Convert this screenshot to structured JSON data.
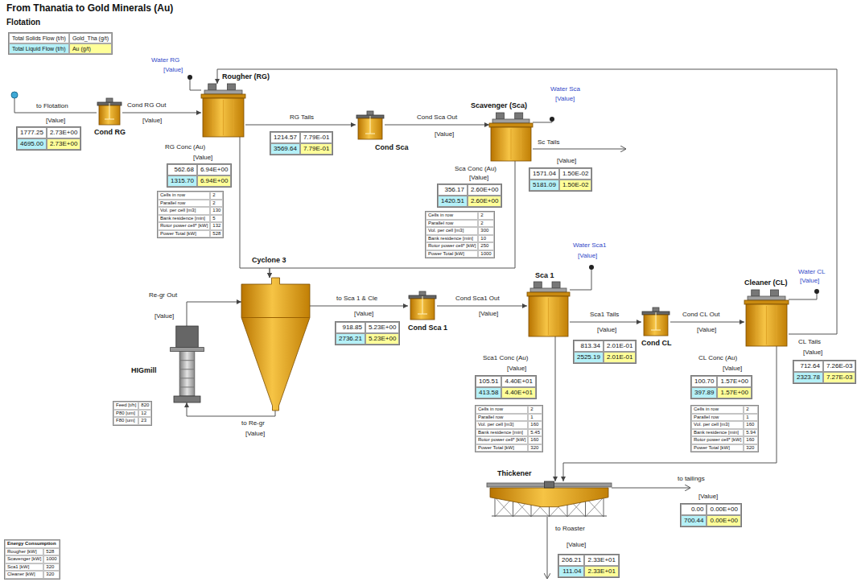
{
  "diagram": {
    "title": "From Thanatia to Gold Minerals (Au)",
    "nodes": [
      {
        "text": [
          "Cond RG"
        ]
      },
      {
        "text": [
          "1777.25",
          "2.73E+00",
          "4695.00",
          "2.73E+00"
        ]
      },
      {
        "text": [
          "Rougher (RG)"
        ]
      },
      {
        "text": [
          "562.68",
          "6.94E+00",
          "1315.70",
          "6.94E+00"
        ]
      },
      {
        "text": [
          "Cells in row",
          "2",
          "Parallel row",
          "2",
          "Vol. per cell [m3]",
          "130",
          "Bank residence [min]",
          "5",
          "Rotor power cell* [kW]",
          "132",
          "Power Total [kW]",
          "528"
        ]
      },
      {
        "text": [
          "Cond Sca"
        ]
      },
      {
        "text": [
          "1214.57",
          "7.79E-01",
          "3569.64",
          "7.79E-01"
        ]
      },
      {
        "text": [
          "Scavenger (Sca)"
        ]
      },
      {
        "text": [
          "1571.04",
          "1.50E-02",
          "5181.09",
          "1.50E-02"
        ]
      },
      {
        "text": [
          "356.17",
          "2.60E+00",
          "1420.51",
          "2.60E+00"
        ]
      },
      {
        "text": [
          "Cells in row",
          "2",
          "Parallel row",
          "2",
          "Vol. per cell [m3]",
          "300",
          "Bank residence [min]",
          "10",
          "Rotor power cell* [kW]",
          "250",
          "Power Total [kW]",
          "1000"
        ]
      },
      {
        "text": [
          "Cyclone 3"
        ]
      },
      {
        "text": [
          "HIGmill"
        ]
      },
      {
        "text": [
          "Feed [t/h]",
          "820",
          "P80 [um]",
          "12",
          "F80 [um]",
          "23"
        ]
      },
      {
        "text": [
          "Cond Sca 1"
        ]
      },
      {
        "text": [
          "918.85",
          "5.23E+00",
          "2736.21",
          "5.23E+00"
        ]
      },
      {
        "text": [
          "Sca 1"
        ]
      },
      {
        "text": [
          "105.51",
          "4.40E+01",
          "413.58",
          "4.40E+01"
        ]
      },
      {
        "text": [
          "Cells in row",
          "2",
          "Parallel row",
          "1",
          "Vol. per cell [m3]",
          "160",
          "Bank residence [min]",
          "5.45",
          "Rotor power cell* [kW]",
          "160",
          "Power Total [kW]",
          "320"
        ]
      },
      {
        "text": [
          "Cond CL"
        ]
      },
      {
        "text": [
          "813.34",
          "2.01E-01",
          "2525.19",
          "2.01E-01"
        ]
      },
      {
        "text": [
          "Cleaner (CL)"
        ]
      },
      {
        "text": [
          "712.64",
          "7.26E-03",
          "2323.78",
          "7.27E-03"
        ]
      },
      {
        "text": [
          "100.70",
          "1.57E+00",
          "397.89",
          "1.57E+00"
        ]
      },
      {
        "text": [
          "Cells in row",
          "2",
          "Parallel row",
          "1",
          "Vol. per cell [m3]",
          "160",
          "Bank residence [min]",
          "5.94",
          "Rotor power cell* [kW]",
          "160",
          "Power Total [kW]",
          "320"
        ]
      },
      {
        "text": [
          "Thickener"
        ]
      },
      {
        "text": [
          "0.00",
          "0.00E+00",
          "700.44",
          "0.00E+00"
        ]
      },
      {
        "text": [
          "206.21",
          "2.33E+01",
          "111.04",
          "2.33E+01"
        ]
      },
      {
        "text": [
          "Energy Consumption",
          "Rougher [kW]",
          "528",
          "Scavenger [kW]",
          "1000",
          "Sca1 [kW]",
          "320",
          "Cleaner [kW]",
          "320"
        ]
      }
    ],
    "edges": [
      {
        "from": 0,
        "to": 2,
        "label": "Cond RG Out",
        "arrow": "to"
      },
      {
        "from": 2,
        "to": 5,
        "label": "RG Tails",
        "arrow": "to"
      },
      {
        "from": 5,
        "to": 7,
        "label": "Cond Sca Out",
        "arrow": "to"
      },
      {
        "from": 2,
        "to": 11,
        "label": "RG Conc (Au)",
        "arrow": "to"
      },
      {
        "from": 7,
        "to": 11,
        "label": "Sca Conc (Au)",
        "arrow": "to"
      },
      {
        "from": 11,
        "to": 12,
        "label": "to Re-gr",
        "arrow": "to"
      },
      {
        "from": 12,
        "to": 11,
        "label": "Re-gr Out",
        "arrow": "to"
      },
      {
        "from": 11,
        "to": 14,
        "label": "to Sca 1 & Cle",
        "arrow": "to"
      },
      {
        "from": 14,
        "to": 16,
        "label": "Cond Sca1 Out",
        "arrow": "to"
      },
      {
        "from": 16,
        "to": 19,
        "label": "Sca1 Tails",
        "arrow": "to"
      },
      {
        "from": 19,
        "to": 21,
        "label": "Cond CL Out",
        "arrow": "to"
      },
      {
        "from": 21,
        "to": 2,
        "label": "CL Tails",
        "arrow": "to"
      },
      {
        "from": 16,
        "to": 25,
        "label": "Sca1 Conc (Au)",
        "arrow": "to"
      },
      {
        "from": 21,
        "to": 25,
        "label": "CL Conc (Au)",
        "arrow": "to"
      }
    ],
    "labels": [
      "Flotation",
      "to Flotation",
      "[Value]",
      "[Value]",
      "Water RG",
      "[Value]",
      "[Value]",
      "[Value]",
      "Water Sca",
      "[Value]",
      "Sc Tails",
      "[Value]",
      "[Value]",
      "[Value]",
      "[Value]",
      "[Value]",
      "Water Sca1",
      "[Value]",
      "[Value]",
      "[Value]",
      "Water CL",
      "[Value]",
      "[Value]",
      "[Value]",
      "[Value]",
      "[Value]",
      "to tailings",
      "[Value]",
      "to Roaster",
      "[Value]"
    ],
    "legend": [
      {
        "text": "Total Solids Flow (t/h)",
        "color": "#ffffff"
      },
      {
        "text": "Gold_Tha (g/t)",
        "color": "#ffffff"
      },
      {
        "text": "Total Liquid Flow (t/h)",
        "color": "#b4f0f7"
      },
      {
        "text": "Au (g/t)",
        "color": "#ffff99"
      }
    ]
  }
}
